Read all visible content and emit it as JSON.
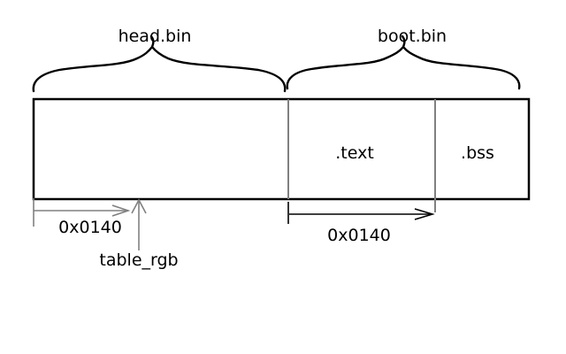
{
  "colors": {
    "background": "#ffffff",
    "primary_line": "#000000",
    "measure_line": "#808080"
  },
  "braces": [
    {
      "id": "head-bin",
      "label": "head.bin"
    },
    {
      "id": "boot-bin",
      "label": "boot.bin"
    }
  ],
  "memory_box": {
    "segments": [
      {
        "id": "header",
        "label": ""
      },
      {
        "id": "text",
        "label": ".text"
      },
      {
        "id": "bss",
        "label": ".bss"
      }
    ]
  },
  "measurements": {
    "header_offset": {
      "label": "0x0140"
    },
    "text_size": {
      "label": "0x0140"
    },
    "pointer": {
      "label": "table_rgb"
    }
  }
}
